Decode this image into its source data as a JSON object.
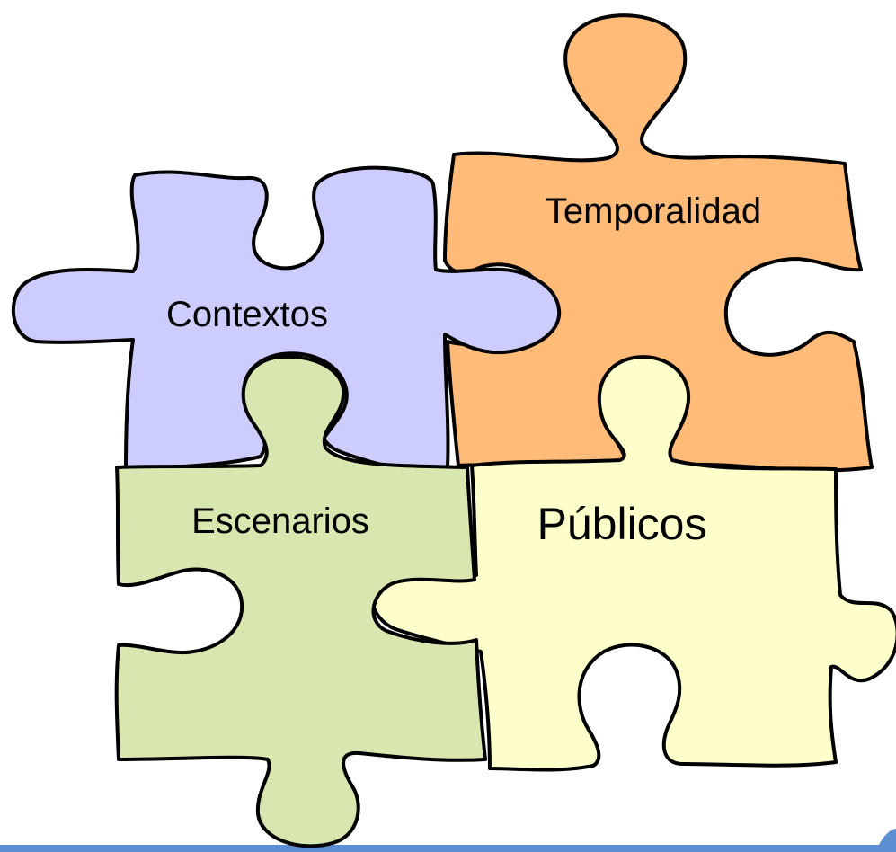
{
  "pieces": {
    "contextos": {
      "label": "Contextos",
      "color": "#ccccff"
    },
    "temporalidad": {
      "label": "Temporalidad",
      "color": "#ffbb77"
    },
    "escenarios": {
      "label": "Escenarios",
      "color": "#d8e6b0"
    },
    "publicos": {
      "label": "Públicos",
      "color": "#ffffcc"
    }
  },
  "colors": {
    "outline": "#000000",
    "bottom_bar": "#5b8fd1"
  },
  "icons": {
    "corner_logo": "logo-fragment-icon"
  }
}
